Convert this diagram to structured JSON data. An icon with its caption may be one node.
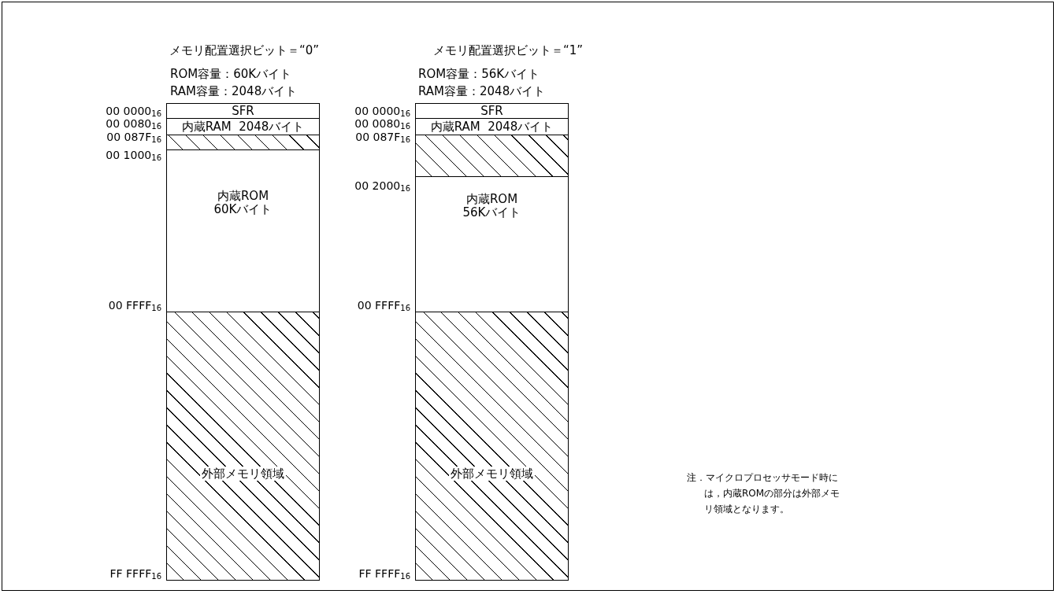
{
  "diagram": {
    "nodes": [
      {
        "text": [
          "SFR"
        ]
      },
      {
        "text": [
          "内蔵RAM  2048バイト"
        ]
      },
      {
        "text": [],
        "shape": "box"
      },
      {
        "text": [
          "内蔵ROM 60Kバイト"
        ]
      },
      {
        "text": [
          "外部メモリ領域"
        ]
      },
      {
        "text": [
          "SFR"
        ]
      },
      {
        "text": [
          "内蔵RAM  2048バイト"
        ]
      },
      {
        "text": [],
        "shape": "box"
      },
      {
        "text": [
          "内蔵ROM 56Kバイト"
        ]
      },
      {
        "text": [
          "外部メモリ領域"
        ]
      }
    ],
    "labels": [
      "メモリ配置選択ビット＝“0”",
      "メモリ配置選択ビット＝“1”",
      "ROM容量：60Kバイト",
      "ROM容量：56Kバイト",
      "RAM容量：2048バイト",
      "RAM容量：2048バイト",
      "00 0000$_{16}$",
      "00 0080$_{16}$",
      "00 087F$_{16}$",
      "00 1000$_{16}$",
      "00 FFFF$_{16}$",
      "FF FFFF$_{16}$",
      "00 0000$_{16}$",
      "00 0080$_{16}$",
      "00 087F$_{16}$",
      "00 2000$_{16}$",
      "00 FFFF$_{16}$",
      "FF FFFF$_{16}$",
      "注．マイクロプロセッサモード時には，内蔵ROMの部分は外部メモリ領域となります。"
    ]
  }
}
